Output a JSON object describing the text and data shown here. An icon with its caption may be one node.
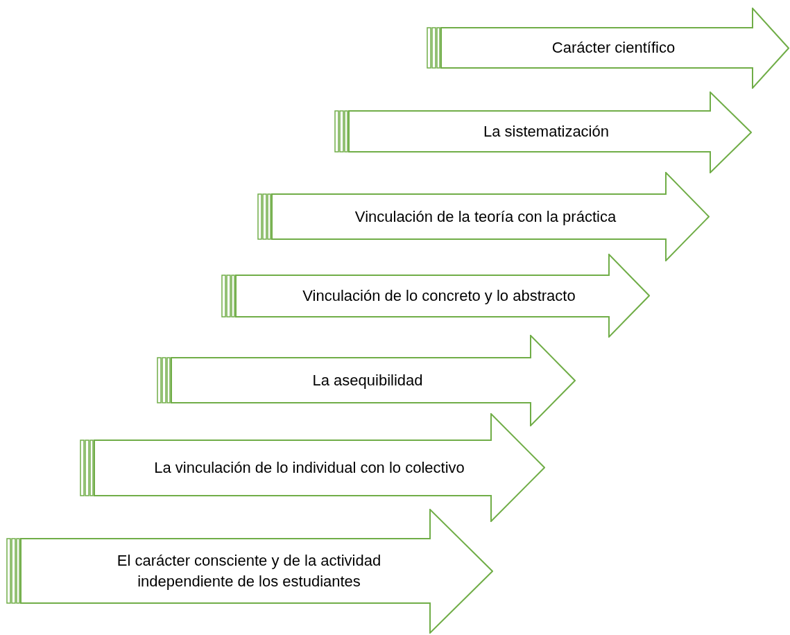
{
  "diagram": {
    "nodes": [
      {
        "text": [
          "Carácter científico"
        ]
      },
      {
        "text": [
          "La sistematización"
        ]
      },
      {
        "text": [
          "Vinculación de la teoría con la práctica"
        ]
      },
      {
        "text": [
          "Vinculación de lo concreto y lo abstracto"
        ]
      },
      {
        "text": [
          "La asequibilidad"
        ]
      },
      {
        "text": [
          "La vinculación de lo individual con lo colectivo"
        ]
      },
      {
        "text": [
          "El carácter consciente y de la actividad independiente de los estudiantes"
        ]
      }
    ],
    "edges": []
  }
}
